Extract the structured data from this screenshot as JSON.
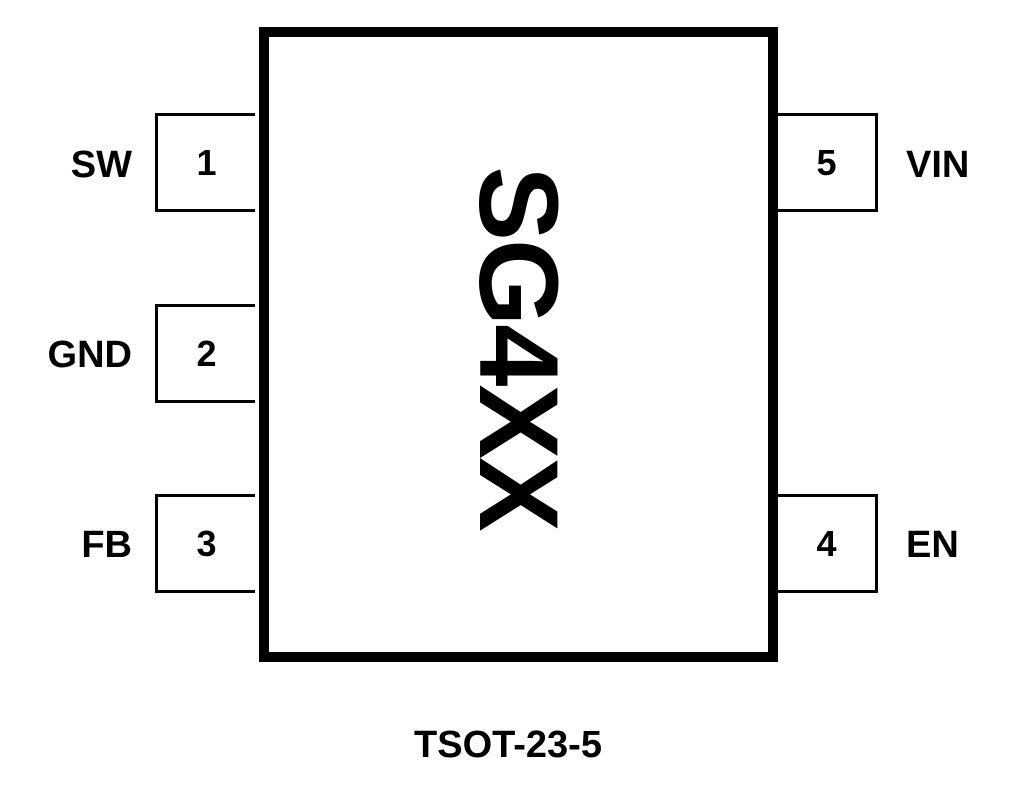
{
  "part_name": "SG4XX",
  "package": "TSOT-23-5",
  "pins": [
    {
      "number": "1",
      "name": "SW"
    },
    {
      "number": "2",
      "name": "GND"
    },
    {
      "number": "3",
      "name": "FB"
    },
    {
      "number": "4",
      "name": "EN"
    },
    {
      "number": "5",
      "name": "VIN"
    }
  ]
}
